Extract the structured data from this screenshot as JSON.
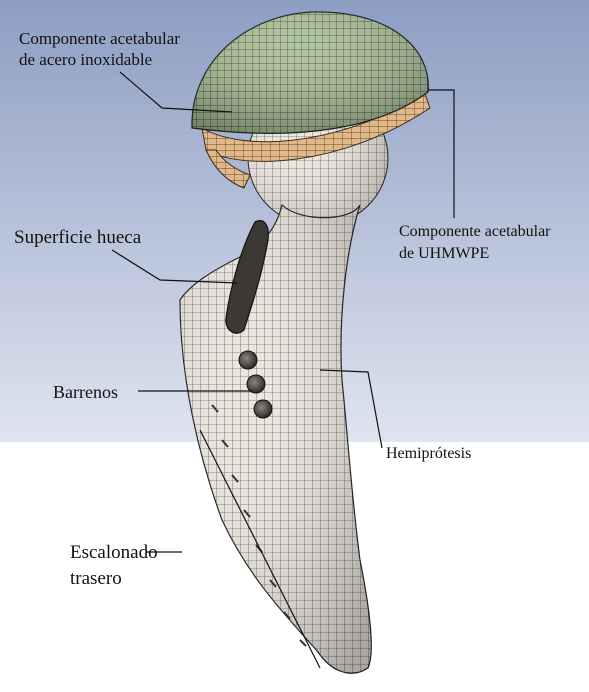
{
  "labels": {
    "acetabular_steel_line1": "Componente acetabular",
    "acetabular_steel_line2": "de acero inoxidable",
    "hollow_surface": "Superficie hueca",
    "acetabular_uhmwpe_line1": "Componente acetabular",
    "acetabular_uhmwpe_line2": "de UHMWPE",
    "holes": "Barrenos",
    "hemiprosthesis": "Hemiprótesis",
    "stepped_back_line1": "Escalonado",
    "stepped_back_line2": "trasero"
  },
  "colors": {
    "background_top": "#8d9ec3",
    "background_bottom": "#dfe4ef",
    "cup_mesh": "#a9c196",
    "liner_mesh": "#e2b889",
    "stem_mesh": "#ece6df",
    "mesh_lines": "#2a2a2a",
    "leader_lines": "#111111"
  }
}
